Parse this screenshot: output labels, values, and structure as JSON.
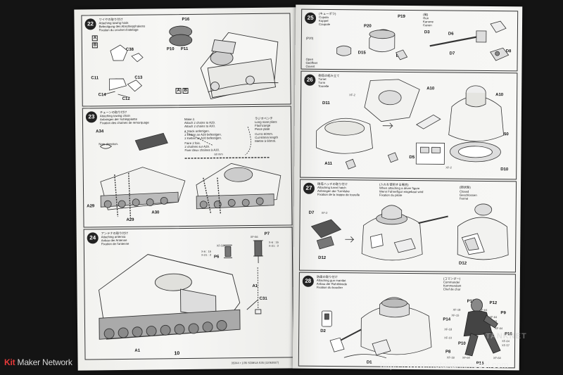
{
  "watermarks": {
    "kit_maker_red": "Kit",
    "kit_maker_rest": " Maker Network",
    "metaltank_url": "https://www.metaltankmodel.com",
    "ghost_mark": "TANKNET"
  },
  "left_page": {
    "page_number": "10",
    "footer": "35344 • 1/35 SOMUA S35 (11063927)",
    "step22": {
      "number": "22",
      "title_jp": "ワイヤの取り付け",
      "title_en": "Attaching towing hook",
      "title_de": "Befestigung des Abschlepphakens",
      "title_fr": "Fixation du crochet d'attelage",
      "parts": [
        "C38",
        "C11",
        "C13",
        "C14",
        "C12",
        "P16",
        "P10",
        "P11",
        "A",
        "B",
        "A",
        "B"
      ]
    },
    "step23": {
      "number": "23",
      "title_jp": "チェーンの取り付け",
      "title_en": "Attaching towing chain",
      "title_de": "Anbringen der Schleppkette",
      "title_fr": "Fixation des chaînes de remorquage",
      "part_a34": "A34",
      "notes_en": [
        "Make 2.",
        "Attach 2 chains to A29.",
        "Attach 2 chains to A30."
      ],
      "notes_de": [
        "2 Stück anfertigen.",
        "2 Ketten an A29 befestigen.",
        "2 Ketten an A30 befestigen."
      ],
      "notes_fr": [
        "Faire 2 fois.",
        "2 chaînes sur A29.",
        "Fixer deux chaînes à A30."
      ],
      "chain_en": [
        "Cut to 60mm.",
        "Cut 60mm length",
        "Mettre à 60mm."
      ],
      "pliers_jp": "ラジオペンチ",
      "pliers": [
        "Long nose pliers",
        "Flachzange",
        "Pince plate"
      ],
      "cut_note": "Note direction.",
      "length": "60 mm",
      "parts": [
        "A29",
        "A30",
        "A29"
      ]
    },
    "step24": {
      "number": "24",
      "title_jp": "アンテナの取り付け",
      "title_en": "Attaching antenna",
      "title_de": "Anbau der Antenne",
      "title_fr": "Fixation de l'antenne",
      "parts": [
        "P7",
        "P6",
        "A1",
        "C31",
        "A1"
      ],
      "xf_labels": [
        "XF-56",
        "X-6 : 16",
        "X-21 : 3",
        "XF-56",
        "X-6 : 16",
        "X-21 : 3"
      ]
    }
  },
  "right_page": {
    "step25": {
      "number": "25",
      "title_jp": "(キューポラ)",
      "title_en": "Cupola",
      "title_de": "Kuppel",
      "title_fr": "Coupole",
      "gun_jp": "(砲)",
      "gun": [
        "Gun",
        "Kanone",
        "Canon"
      ],
      "parts": [
        "P19",
        "P20",
        "D15",
        "D14",
        "D3",
        "D6",
        "D8",
        "D7"
      ],
      "option_jp": "(P20)",
      "notes": [
        "Open",
        "Geöffnet",
        "Ouvert"
      ]
    },
    "step26": {
      "number": "26",
      "title_jp": "砲塔の組み立て",
      "title_en": "Turret",
      "title_de": "Turm",
      "title_fr": "Tourelle",
      "parts": [
        "D11",
        "A10",
        "A10",
        "A11",
        "D5",
        "A50",
        "D10",
        "XF-2",
        "XF-2"
      ]
    },
    "step27": {
      "number": "27",
      "title_jp": "砲塔ハッチの取り付け",
      "title_en": "Attaching turret hatch",
      "title_de": "Anbringen der Turmluke",
      "title_fr": "Fixation de la trappe de tourelle",
      "driver_jp": "(入れを使用する場合)",
      "driver_en": "When attaching a driver figure",
      "driver_de": "Wenn Fahrerfigur eingebaut wird",
      "driver_fr": "Fixation du pilote",
      "closed_jp": "(閉状態)",
      "closed": [
        "Closed",
        "Geschlossen",
        "Fermé"
      ],
      "parts": [
        "D7",
        "D12",
        "D12",
        "XF-2"
      ]
    },
    "step28": {
      "number": "28",
      "title_jp": "防盾の取り付け",
      "title_en": "Attaching gun mantlet",
      "title_de": "Anbau der Rohrblende",
      "title_fr": "Fixation du bouclier",
      "commander_jp": "(コマンダー)",
      "commander": [
        "Commander",
        "Kommandant",
        "Chef de char"
      ],
      "parts": [
        "D2",
        "D1",
        "P13",
        "P12",
        "P9",
        "P14",
        "P16",
        "P10",
        "P8",
        "P15"
      ],
      "xf_labels": [
        "XF-18",
        "XF-64",
        "XF-15",
        "XF-64",
        "XF-15",
        "XF-18",
        "XF-64",
        "XF-10",
        "XF-64",
        "XF-57",
        "XF-18",
        "XF-64",
        "XF-64"
      ]
    }
  }
}
